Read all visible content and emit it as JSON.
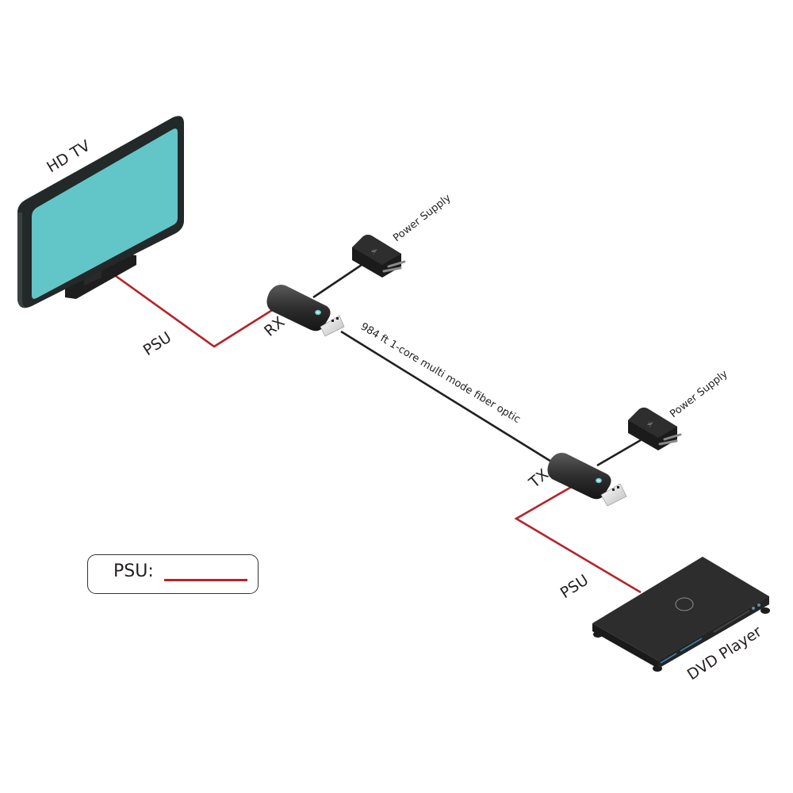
{
  "title": "HDMI over fiber optic extender connection diagram",
  "colors": {
    "psu_line": "#b5232b",
    "fiber_line": "#231f20",
    "screen": "#62c6c8",
    "device_body": "#2b2b2b",
    "status_led": "#7fd6d8"
  },
  "devices": {
    "tv": {
      "label": "HD TV",
      "icon": "tv-icon"
    },
    "rx": {
      "label": "RX",
      "icon": "usb-dongle-icon"
    },
    "tx": {
      "label": "TX",
      "icon": "usb-dongle-icon"
    },
    "rx_power": {
      "label": "Power Supply",
      "icon": "power-adapter-icon"
    },
    "tx_power": {
      "label": "Power Supply",
      "icon": "power-adapter-icon"
    },
    "dvd": {
      "label": "DVD Player",
      "icon": "dvd-player-icon"
    }
  },
  "connections": {
    "tv_rx": {
      "label": "PSU",
      "type": "PSU"
    },
    "rx_tx": {
      "label": "984 ft 1-core multi mode fiber optic",
      "type": "fiber"
    },
    "tx_dvd": {
      "label": "PSU",
      "type": "PSU"
    }
  },
  "legend": {
    "items": [
      {
        "label": "PSU:",
        "color": "#b5232b"
      }
    ]
  }
}
